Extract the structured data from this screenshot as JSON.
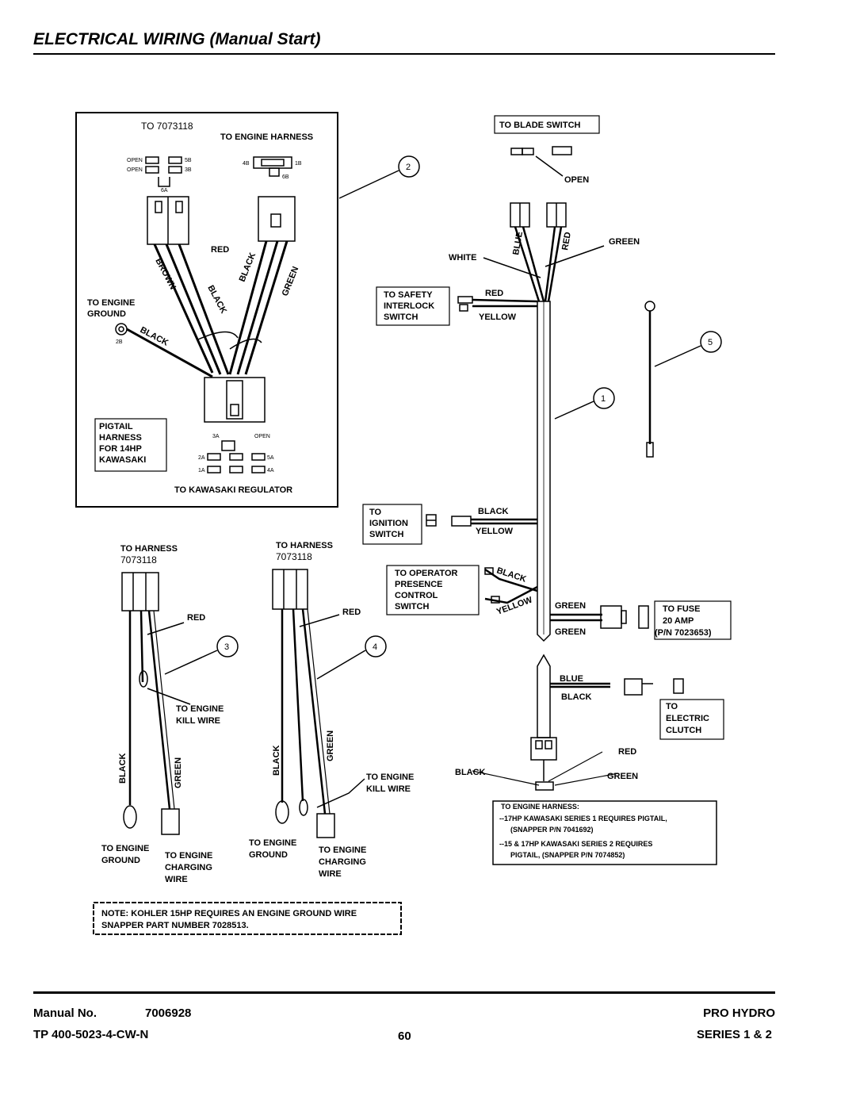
{
  "header": {
    "title": "ELECTRICAL WIRING (Manual Start)"
  },
  "diagram": {
    "inset": {
      "to_7073118": "TO 7073118",
      "to_engine_harness": "TO ENGINE HARNESS",
      "open1": "OPEN",
      "open2": "OPEN",
      "pin_5b": "5B",
      "pin_3b": "3B",
      "pin_6a": "6A",
      "pin_4b": "4B",
      "pin_1b": "1B",
      "pin_6b": "6B",
      "red": "RED",
      "brown": "BROWN",
      "black1": "BLACK",
      "black2": "BLACK",
      "green": "GREEN",
      "to_engine_ground": [
        "TO ENGINE",
        "GROUND"
      ],
      "black3": "BLACK",
      "pin_2b": "2B",
      "pigtail": [
        "PIGTAIL",
        "HARNESS",
        "FOR 14HP",
        "KAWASAKI"
      ],
      "pin_3a": "3A",
      "open3": "OPEN",
      "pin_2a": "2A",
      "pin_1a": "1A",
      "pin_5a": "5A",
      "pin_4a": "4A",
      "to_regulator": "TO KAWASAKI REGULATOR"
    },
    "callouts": [
      "1",
      "2",
      "3",
      "4",
      "5"
    ],
    "main": {
      "to_blade_switch": "TO BLADE SWITCH",
      "open": "OPEN",
      "blue": "BLUE",
      "red_v": "RED",
      "green": "GREEN",
      "white": "WHITE",
      "to_safety": [
        "TO SAFETY",
        "INTERLOCK",
        "SWITCH"
      ],
      "red": "RED",
      "yellow": "YELLOW",
      "to_ignition": [
        "TO",
        "IGNITION",
        "SWITCH"
      ],
      "black": "BLACK",
      "yellow2": "YELLOW",
      "to_operator": [
        "TO OPERATOR",
        "PRESENCE",
        "CONTROL",
        "SWITCH"
      ],
      "black_d": "BLACK",
      "yellow_d": "YELLOW",
      "green1": "GREEN",
      "green2": "GREEN",
      "to_fuse": [
        "TO FUSE",
        "20 AMP",
        "(P/N 7023653)"
      ],
      "blue2": "BLUE",
      "black2": "BLACK",
      "to_clutch": [
        "TO",
        "ELECTRIC",
        "CLUTCH"
      ],
      "red2": "RED",
      "black3": "BLACK",
      "green3": "GREEN"
    },
    "harness_notes": [
      "TO ENGINE HARNESS:",
      "--17HP KAWASAKI SERIES 1 REQUIRES PIGTAIL,",
      "(SNAPPER P/N 7041692)",
      "--15 & 17HP KAWASAKI SERIES 2 REQUIRES",
      "PIGTAIL, (SNAPPER P/N 7074852)"
    ],
    "left3": {
      "to_harness": "TO HARNESS",
      "pn": "7073118",
      "red": "RED",
      "kill": [
        "TO ENGINE",
        "KILL WIRE"
      ],
      "black": "BLACK",
      "green": "GREEN",
      "ground": [
        "TO ENGINE",
        "GROUND"
      ],
      "charging": [
        "TO ENGINE",
        "CHARGING",
        "WIRE"
      ]
    },
    "left4": {
      "to_harness": "TO HARNESS",
      "pn": "7073118",
      "red": "RED",
      "kill": [
        "TO ENGINE",
        "KILL WIRE"
      ],
      "black": "BLACK",
      "green": "GREEN",
      "ground": [
        "TO ENGINE",
        "GROUND"
      ],
      "charging": [
        "TO ENGINE",
        "CHARGING",
        "WIRE"
      ]
    },
    "note": [
      "NOTE: KOHLER 15HP REQUIRES AN ENGINE GROUND WIRE",
      "SNAPPER PART NUMBER 7028513."
    ]
  },
  "footer": {
    "manual_label": "Manual No.",
    "manual_no": "7006928",
    "tp": "TP 400-5023-4-CW-N",
    "page": "60",
    "product": "PRO HYDRO",
    "series": "SERIES 1 & 2"
  }
}
